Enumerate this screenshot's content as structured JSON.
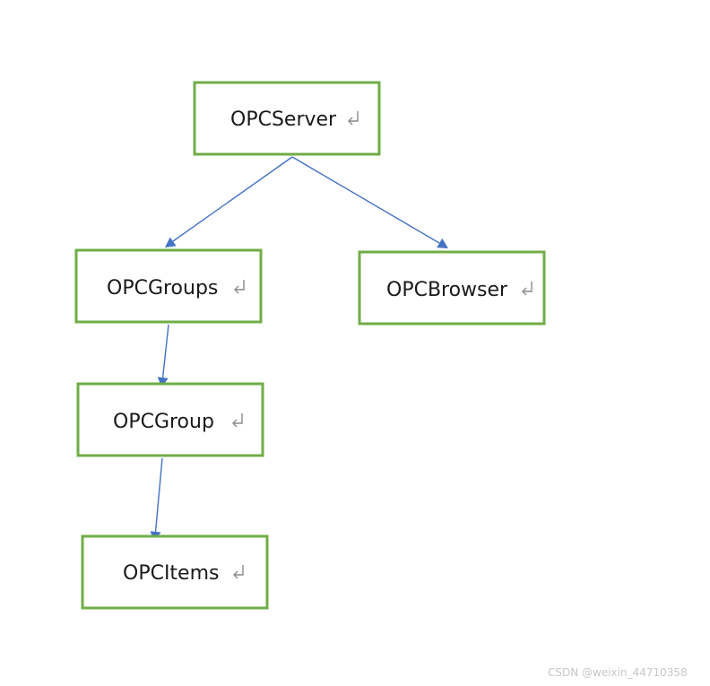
{
  "nodes": {
    "opcserver": {
      "label": "OPCServer"
    },
    "opcgroups": {
      "label": "OPCGroups"
    },
    "opcbrowser": {
      "label": "OPCBrowser"
    },
    "opcgroup": {
      "label": "OPCGroup"
    },
    "opcitems": {
      "label": "OPCItems"
    }
  },
  "edges": [
    {
      "from": "OPCServer",
      "to": "OPCGroups"
    },
    {
      "from": "OPCServer",
      "to": "OPCBrowser"
    },
    {
      "from": "OPCGroups",
      "to": "OPCGroup"
    },
    {
      "from": "OPCGroup",
      "to": "OPCItems"
    }
  ],
  "watermark": "CSDN @weixin_44710358",
  "colors": {
    "box_border": "#70ad47",
    "arrow": "#4472c4",
    "text": "#1a1a1a",
    "paragraph_mark": "#8a8a8a",
    "watermark": "#c7c7c7"
  },
  "icons": {
    "paragraph_mark": "return-arrow-icon"
  }
}
